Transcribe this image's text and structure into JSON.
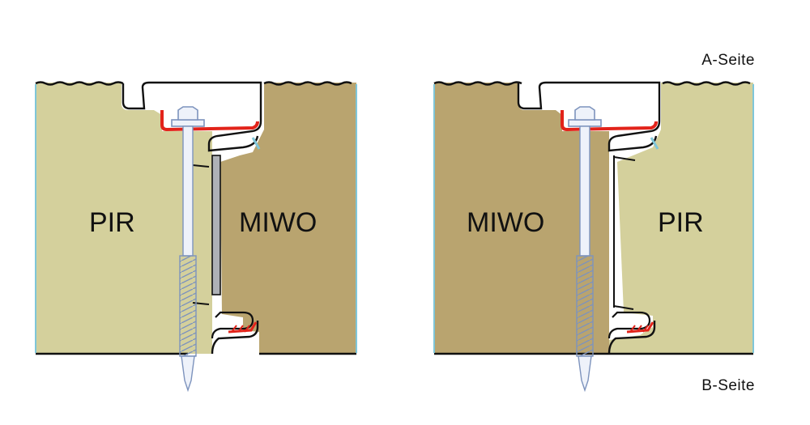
{
  "labels": {
    "a_side": "A-Seite",
    "b_side": "B-Seite"
  },
  "left_joint": {
    "outer_material": "PIR",
    "inner_material": "MIWO"
  },
  "right_joint": {
    "outer_material": "MIWO",
    "inner_material": "PIR"
  },
  "colors": {
    "pir_fill": "#d4d09c",
    "miwo_fill": "#b9a46f",
    "sheet_outline": "#111111",
    "seal_red": "#e2231a",
    "screw_blue": "#9fb3d6",
    "gasket_grey": "#aeb1b6",
    "edge_cyan": "#7fc6d9"
  },
  "icons": {
    "screw": "self-drilling-screw-icon",
    "washer": "hex-head-washer-icon"
  }
}
